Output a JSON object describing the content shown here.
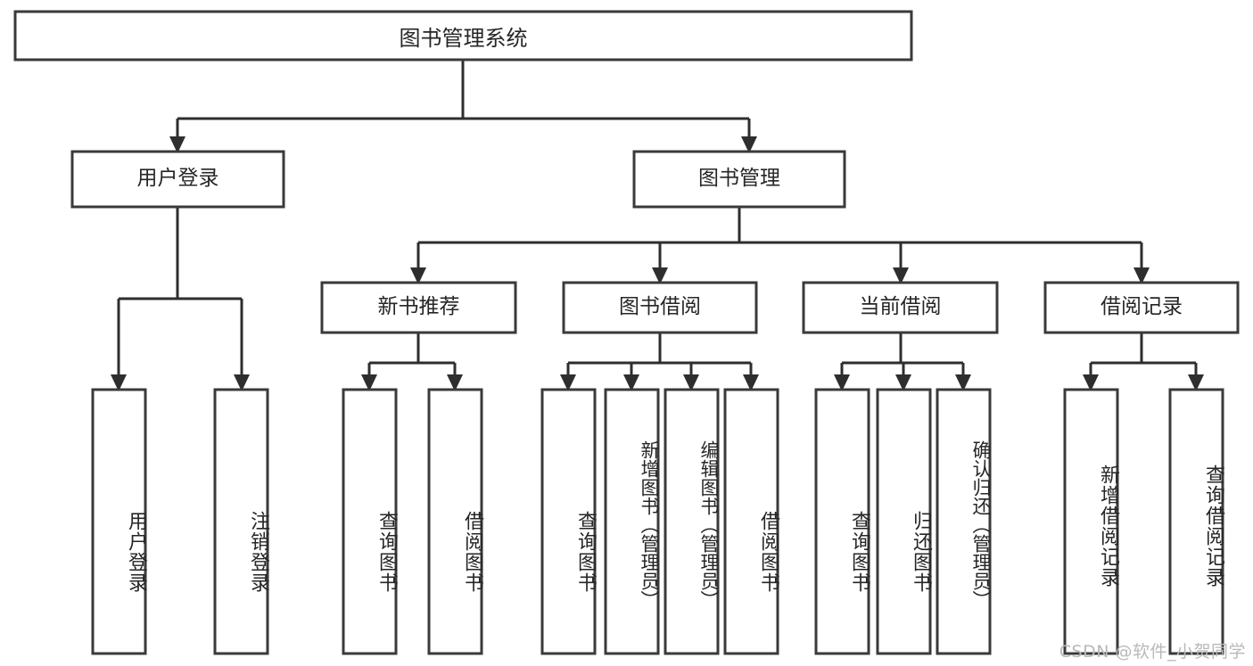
{
  "diagram": {
    "title": "图书管理系统",
    "type": "tree-hierarchy-diagram",
    "watermark": "CSDN @软件_小贺同学",
    "colors": {
      "box_stroke": "#3a3a3a",
      "box_fill": "#ffffff",
      "connector": "#2e2e2e",
      "text": "#262626",
      "watermark": "#b9b9b9",
      "background": "#ffffff"
    },
    "levels": {
      "root": {
        "label": "图书管理系统"
      },
      "level2": [
        {
          "id": "user-login",
          "label": "用户登录"
        },
        {
          "id": "book-management",
          "label": "图书管理"
        }
      ],
      "level3": [
        {
          "id": "new-book-recommend",
          "label": "新书推荐"
        },
        {
          "id": "book-borrow",
          "label": "图书借阅"
        },
        {
          "id": "current-borrow",
          "label": "当前借阅"
        },
        {
          "id": "borrow-record",
          "label": "借阅记录"
        }
      ],
      "leaves": [
        {
          "id": "leaf-user-login",
          "label": "用户登录",
          "parent": "user-login"
        },
        {
          "id": "leaf-user-logout",
          "label": "注销登录",
          "parent": "user-login"
        },
        {
          "id": "leaf-query-book-1",
          "label": "查询图书",
          "parent": "new-book-recommend"
        },
        {
          "id": "leaf-borrow-book-1",
          "label": "借阅图书",
          "parent": "new-book-recommend"
        },
        {
          "id": "leaf-query-book-2",
          "label": "查询图书",
          "parent": "book-borrow"
        },
        {
          "id": "leaf-add-book",
          "label": "新增图书（管理员）",
          "parent": "book-borrow"
        },
        {
          "id": "leaf-edit-book",
          "label": "编辑图书（管理员）",
          "parent": "book-borrow"
        },
        {
          "id": "leaf-borrow-book-2",
          "label": "借阅图书",
          "parent": "book-borrow"
        },
        {
          "id": "leaf-query-book-3",
          "label": "查询图书",
          "parent": "current-borrow"
        },
        {
          "id": "leaf-return-book",
          "label": "归还图书",
          "parent": "current-borrow"
        },
        {
          "id": "leaf-confirm-return",
          "label": "确认归还（管理员）",
          "parent": "current-borrow"
        },
        {
          "id": "leaf-add-record",
          "label": "新增借阅记录",
          "parent": "borrow-record"
        },
        {
          "id": "leaf-query-record",
          "label": "查询借阅记录",
          "parent": "borrow-record"
        }
      ]
    }
  }
}
